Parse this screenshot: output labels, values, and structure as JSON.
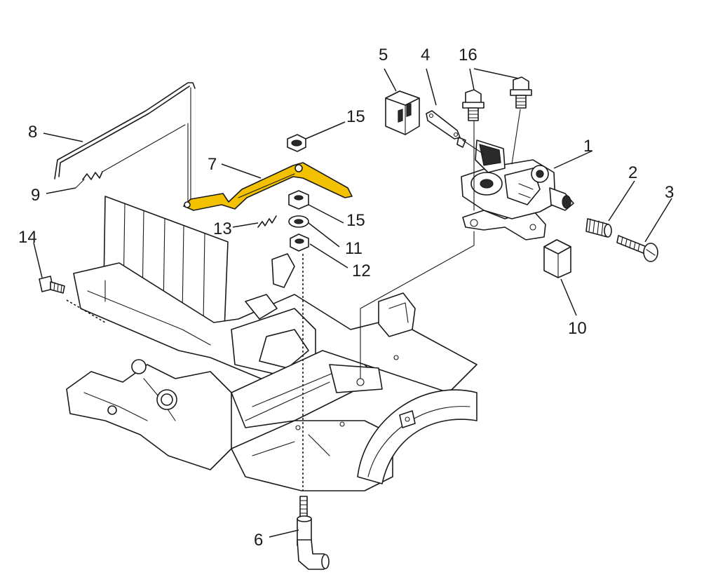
{
  "diagram": {
    "highlight_color": "#f2c200",
    "line_color": "#1a1a1a",
    "callouts": [
      {
        "id": "c1",
        "label": "1"
      },
      {
        "id": "c2",
        "label": "2"
      },
      {
        "id": "c3",
        "label": "3"
      },
      {
        "id": "c4",
        "label": "4"
      },
      {
        "id": "c5",
        "label": "5"
      },
      {
        "id": "c6",
        "label": "6"
      },
      {
        "id": "c7",
        "label": "7"
      },
      {
        "id": "c8",
        "label": "8"
      },
      {
        "id": "c9",
        "label": "9"
      },
      {
        "id": "c10",
        "label": "10"
      },
      {
        "id": "c11",
        "label": "11"
      },
      {
        "id": "c12",
        "label": "12"
      },
      {
        "id": "c13",
        "label": "13"
      },
      {
        "id": "c14",
        "label": "14"
      },
      {
        "id": "c15a",
        "label": "15"
      },
      {
        "id": "c15b",
        "label": "15"
      },
      {
        "id": "c16",
        "label": "16"
      }
    ]
  }
}
